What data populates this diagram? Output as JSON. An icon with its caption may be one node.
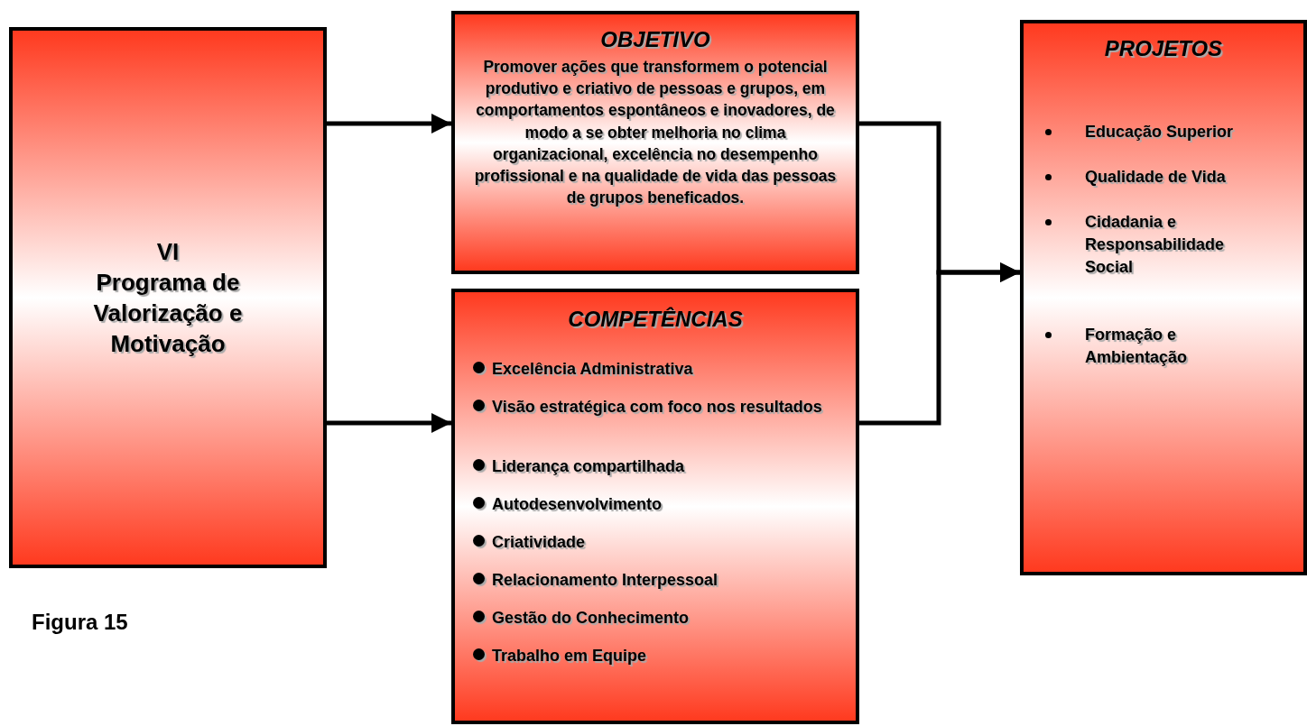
{
  "diagram": {
    "caption": "Figura 15",
    "nodes": [
      {
        "text": [
          "VI",
          "Programa de Valorização e Motivação"
        ]
      },
      {
        "text": [
          "OBJETIVO",
          "Promover ações que transformem o potencial produtivo e criativo de pessoas e grupos, em comportamentos espontâneos e inovadores, de modo a se obter melhoria no clima organizacional, excelência no desempenho profissional e na qualidade de vida das pessoas de grupos beneficados."
        ]
      },
      {
        "text": [
          "COMPETÊNCIAS",
          "Excelência Administrativa",
          "Visão estratégica com foco nos resultados",
          "Liderança compartilhada",
          "Autodesenvolvimento",
          "Criatividade",
          "Relacionamento Interpessoal",
          "Gestão do Conhecimento",
          "Trabalho em Equipe"
        ]
      },
      {
        "text": [
          "PROJETOS",
          "Educação Superior",
          "Qualidade de Vida",
          "Cidadania e Responsabilidade Social",
          "Formação e Ambientação"
        ]
      }
    ],
    "edges": [
      {
        "from": 0,
        "to": 1,
        "arrow": "to"
      },
      {
        "from": 0,
        "to": 2,
        "arrow": "to"
      },
      {
        "from": 1,
        "to": 3,
        "arrow": "to"
      },
      {
        "from": 2,
        "to": 3,
        "arrow": "to"
      }
    ]
  }
}
